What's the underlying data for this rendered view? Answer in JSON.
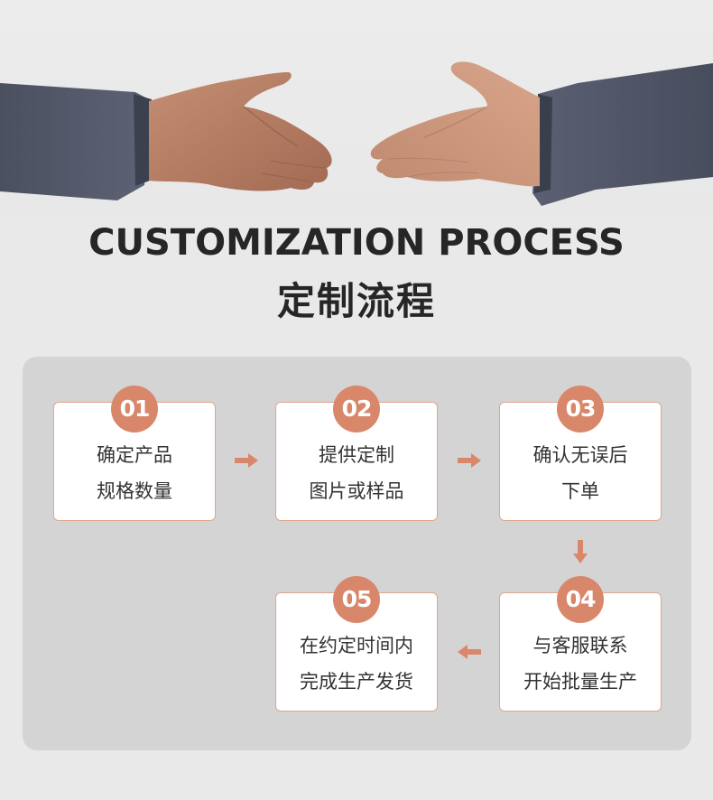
{
  "hero": {
    "image": "handshake-hands-photo"
  },
  "title": {
    "english": "CUSTOMIZATION PROCESS",
    "chinese": "定制流程"
  },
  "colors": {
    "accent": "#d9876a",
    "border": "#e1a58c",
    "panel": "#d4d4d4",
    "background": "#e9e9e9"
  },
  "steps": [
    {
      "number": "01",
      "line1": "确定产品",
      "line2": "规格数量"
    },
    {
      "number": "02",
      "line1": "提供定制",
      "line2": "图片或样品"
    },
    {
      "number": "03",
      "line1": "确认无误后",
      "line2": "下单"
    },
    {
      "number": "04",
      "line1": "与客服联系",
      "line2": "开始批量生产"
    },
    {
      "number": "05",
      "line1": "在约定时间内",
      "line2": "完成生产发货"
    }
  ],
  "arrows": [
    {
      "icon": "arrow-right-icon"
    },
    {
      "icon": "arrow-right-icon"
    },
    {
      "icon": "arrow-down-icon"
    },
    {
      "icon": "arrow-left-icon"
    }
  ]
}
